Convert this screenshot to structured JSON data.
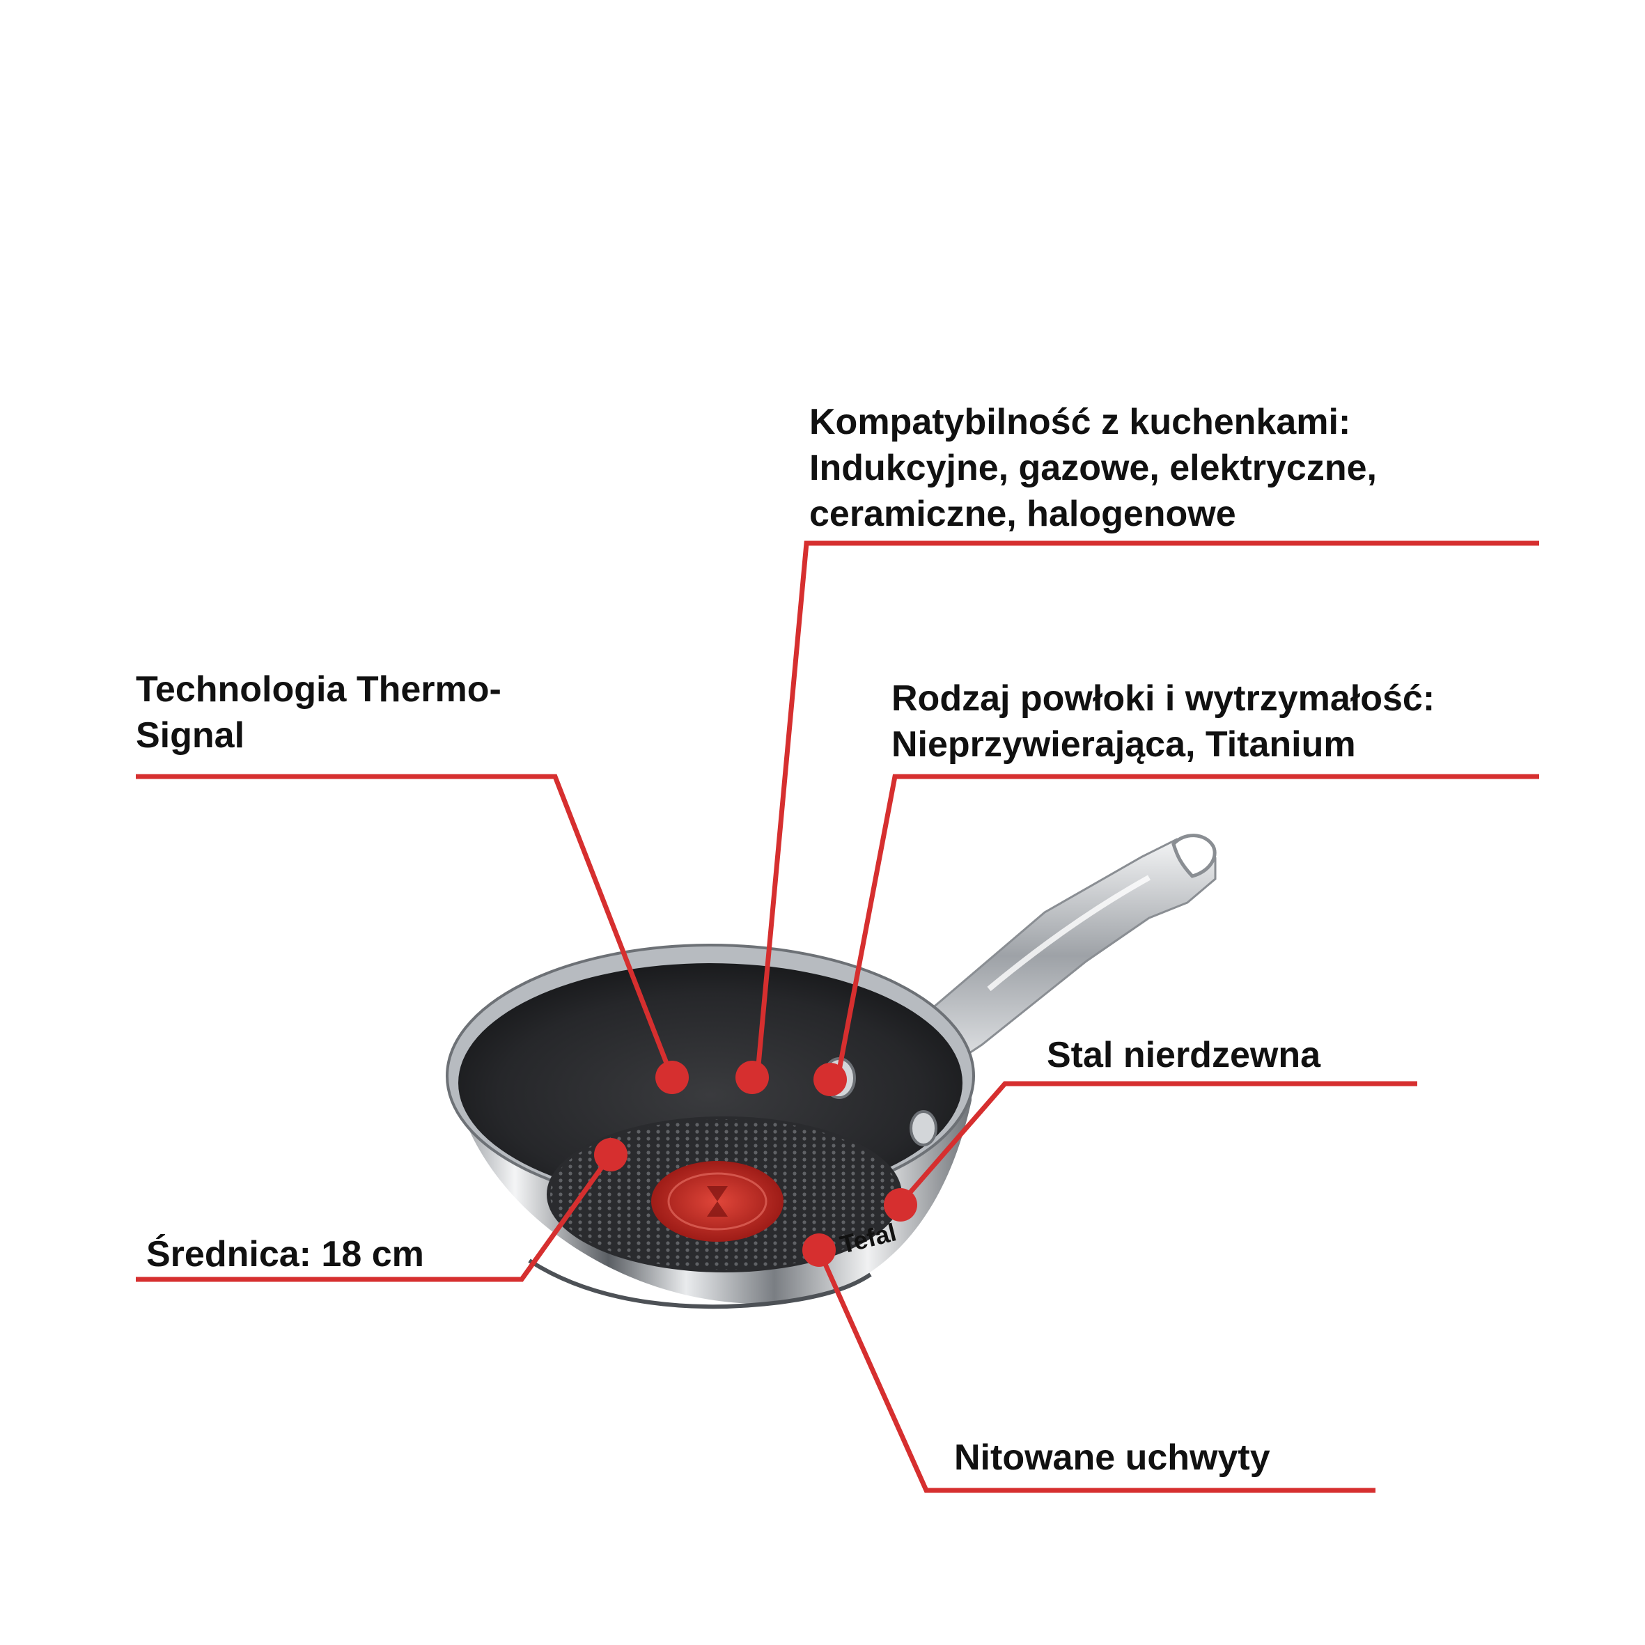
{
  "colors": {
    "accent": "#d62f2f",
    "text": "#111111",
    "background": "#ffffff",
    "pan_coating": "#232325",
    "steel": "#c9ccd0",
    "thermo_spot": "#c0271f"
  },
  "callouts": {
    "compatibility": {
      "lines": [
        "Kompatybilność z kuchenkami:",
        "Indukcyjne, gazowe, elektryczne,",
        "ceramiczne, halogenowe"
      ]
    },
    "thermo_signal": {
      "lines": [
        "Technologia Thermo-",
        "Signal"
      ]
    },
    "coating": {
      "lines": [
        "Rodzaj powłoki i wytrzymałość:",
        "Nieprzywierająca, Titanium"
      ]
    },
    "stainless": {
      "lines": [
        "Stal nierdzewna"
      ]
    },
    "diameter": {
      "lines": [
        "Średnica: 18 cm"
      ]
    },
    "rivets": {
      "lines": [
        "Nitowane uchwyty"
      ]
    }
  },
  "product": {
    "brand_mark": "Tefal",
    "icon": "frying-pan-icon"
  }
}
